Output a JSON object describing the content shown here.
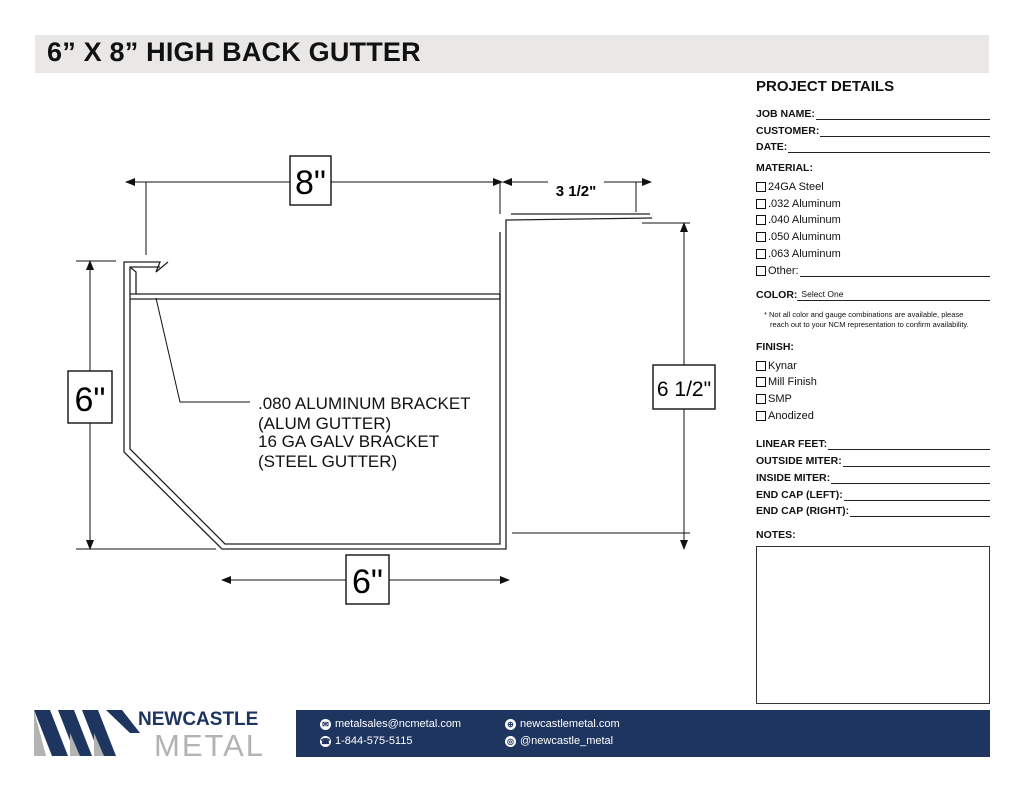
{
  "title": "6” X 8” HIGH BACK GUTTER",
  "drawing": {
    "dim_top_width": "8\"",
    "dim_right_offset": "3 1/2\"",
    "dim_left_height": "6\"",
    "dim_right_height": "6 1/2\"",
    "dim_bottom_width": "6\"",
    "bracket_note": [
      ".080 ALUMINUM BRACKET",
      "(ALUM GUTTER)",
      "16 GA GALV BRACKET",
      "(STEEL GUTTER)"
    ]
  },
  "project": {
    "heading": "PROJECT DETAILS",
    "fields_top": [
      "JOB NAME:",
      "CUSTOMER:",
      "DATE:"
    ],
    "material_label": "MATERIAL:",
    "materials": [
      "24GA Steel",
      ".032 Aluminum",
      ".040 Aluminum",
      ".050 Aluminum",
      ".063 Aluminum"
    ],
    "material_other": "Other:",
    "color_label": "COLOR:",
    "color_value": "Select One",
    "color_note": "* Not all color and gauge combinations are available, please reach out to your NCM representation to confirm availability.",
    "finish_label": "FINISH:",
    "finishes": [
      "Kynar",
      "Mill Finish",
      "SMP",
      "Anodized"
    ],
    "fields_bottom": [
      "LINEAR FEET:",
      "OUTSIDE MITER:",
      "INSIDE MITER:",
      "END CAP (LEFT):",
      "END CAP (RIGHT):"
    ],
    "notes_label": "NOTES:"
  },
  "footer": {
    "logo_line1": "NEWCASTLE",
    "logo_line2": "METAL",
    "email": "metalsales@ncmetal.com",
    "phone": "1-844-575-5115",
    "website": "newcastlemetal.com",
    "social": "@newcastle_metal",
    "colors": {
      "navy": "#1e3560",
      "gray": "#b3b3b3"
    }
  }
}
